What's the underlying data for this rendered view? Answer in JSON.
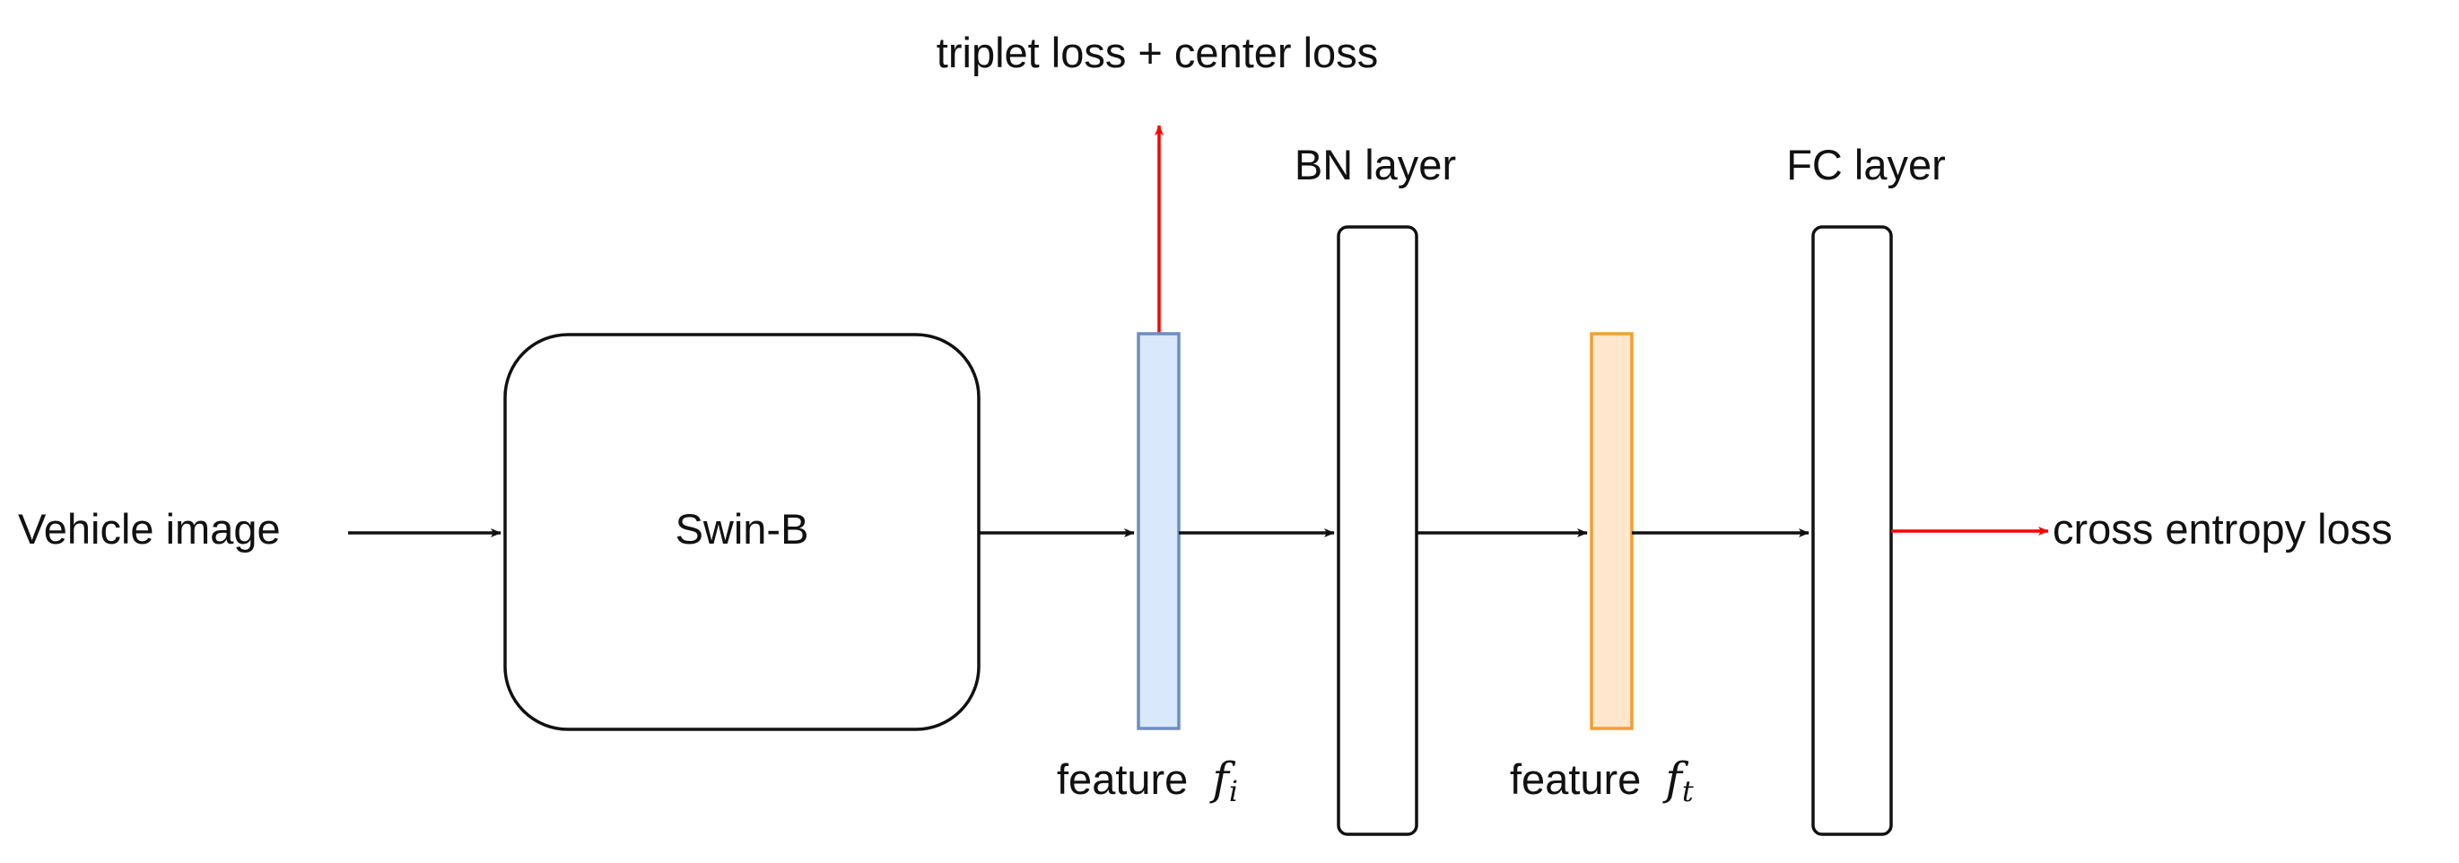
{
  "labels": {
    "input": "Vehicle image",
    "backbone": "Swin-B",
    "bn_layer": "BN layer",
    "fc_layer": "FC layer",
    "metric_loss": "triplet loss + center loss",
    "cls_loss": "cross entropy loss",
    "feature_word": "feature",
    "feature_i_symbol": "f",
    "feature_i_sub": "i",
    "feature_t_symbol": "f",
    "feature_t_sub": "t"
  },
  "colors": {
    "stroke": "#111111",
    "loss_arrow": "#ff0000",
    "feature_i_fill": "#dae8fc",
    "feature_i_stroke": "#6c8ebf",
    "feature_t_fill": "#ffe6cc",
    "feature_t_stroke": "#f0a030"
  }
}
